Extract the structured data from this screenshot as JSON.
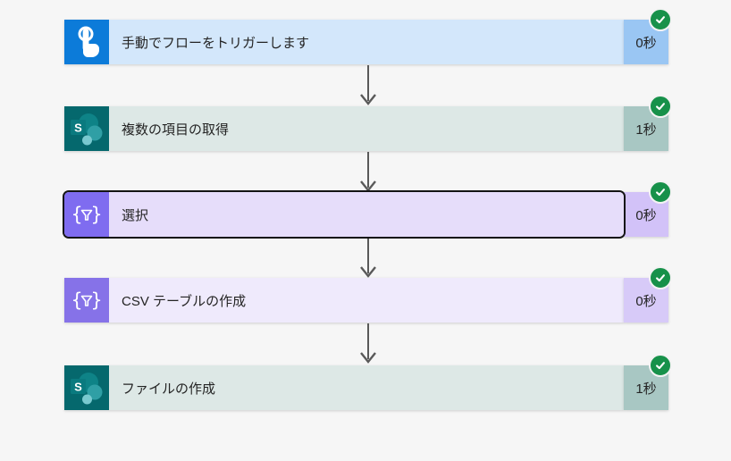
{
  "app": {
    "name": "Power Automate flow run view",
    "background_color": "#f6f6f6",
    "arrow_color": "#595959",
    "success_color": "#17914a",
    "text_color": "#242424"
  },
  "flow": {
    "steps": [
      {
        "title": "手動でフローをトリガーします",
        "duration": "0秒",
        "status": "succeeded",
        "connector": "manual-trigger",
        "icon": "touch-icon",
        "selected": false,
        "icon_color": "#0c7bd9",
        "body_color": "#d3e7fb",
        "badge_color": "#9ac6f3"
      },
      {
        "title": "複数の項目の取得",
        "duration": "1秒",
        "status": "succeeded",
        "connector": "sharepoint",
        "icon": "sharepoint-icon",
        "selected": false,
        "icon_color": "#05686d",
        "body_color": "#dde8e6",
        "badge_color": "#a8c7c3"
      },
      {
        "title": "選択",
        "duration": "0秒",
        "status": "succeeded",
        "connector": "data-operation",
        "icon": "data-operation-icon",
        "selected": true,
        "icon_color": "#7f6cf0",
        "body_color": "#e6ddfa",
        "badge_color": "#d2c2f8"
      },
      {
        "title": "CSV テーブルの作成",
        "duration": "0秒",
        "status": "succeeded",
        "connector": "data-operation",
        "icon": "data-operation-icon",
        "selected": false,
        "icon_color": "#8672e8",
        "body_color": "#efeafc",
        "badge_color": "#d7caf8"
      },
      {
        "title": "ファイルの作成",
        "duration": "1秒",
        "status": "succeeded",
        "connector": "sharepoint",
        "icon": "sharepoint-icon",
        "selected": false,
        "icon_color": "#05686d",
        "body_color": "#dde8e6",
        "badge_color": "#a8c7c3"
      }
    ]
  }
}
